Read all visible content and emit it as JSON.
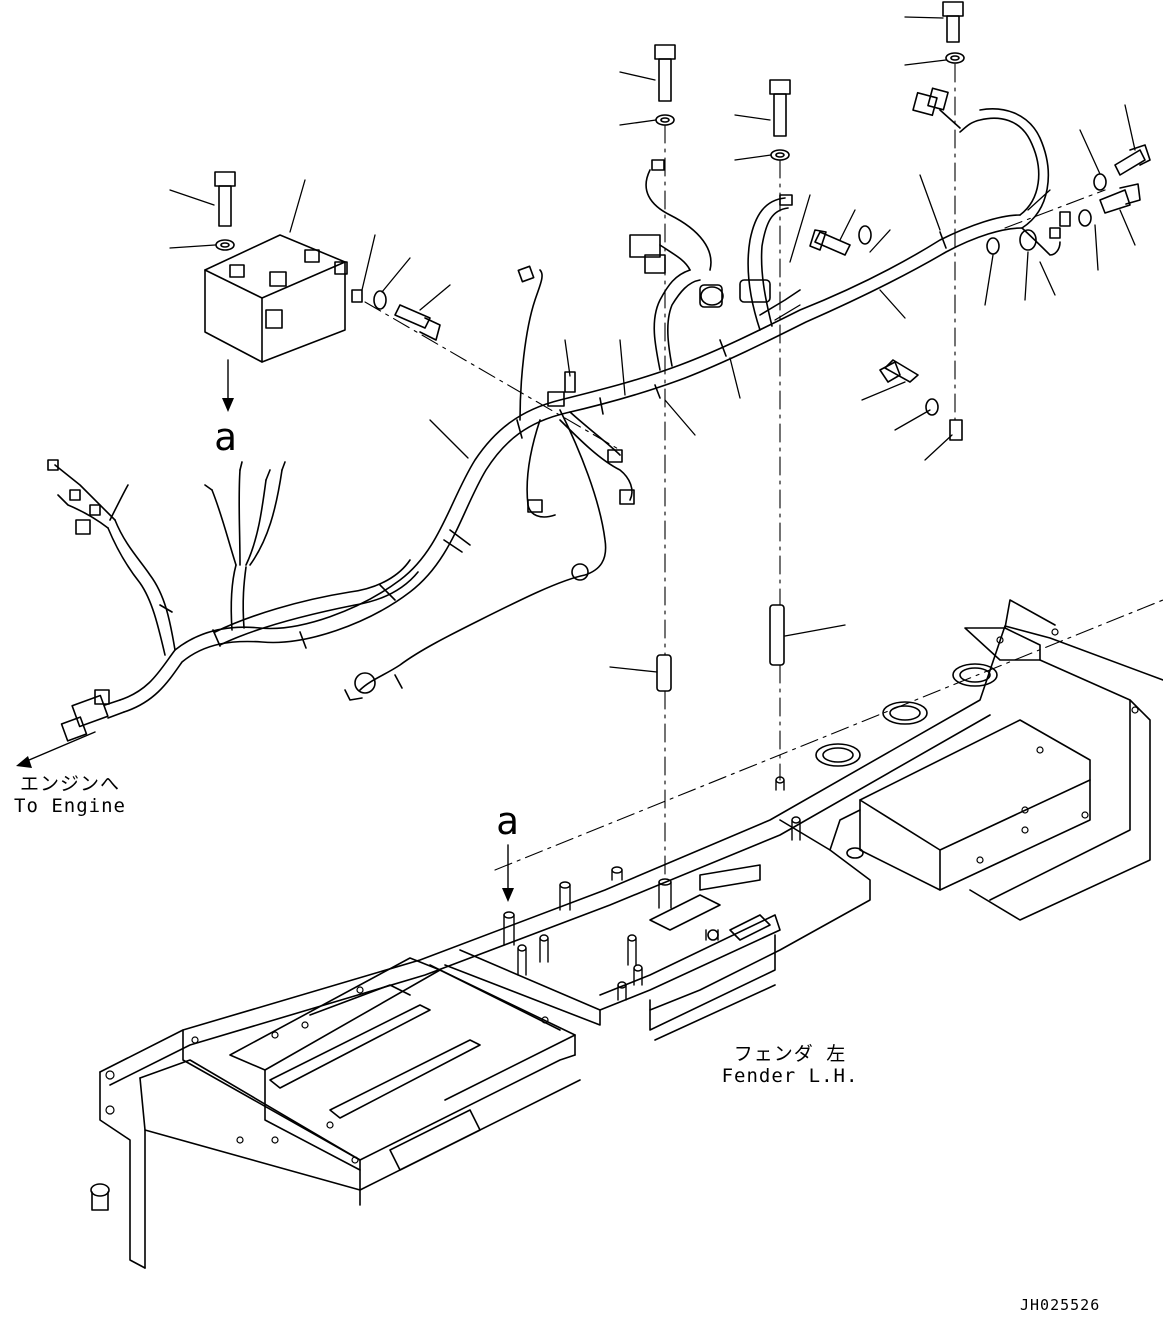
{
  "view_label_upper": "a",
  "view_label_lower": "a",
  "engine_label": {
    "jp": "エンジンへ",
    "en": "To Engine"
  },
  "fender_label": {
    "jp": "フェンダ 左",
    "en": "Fender L.H."
  },
  "drawing_id": "JH025526"
}
